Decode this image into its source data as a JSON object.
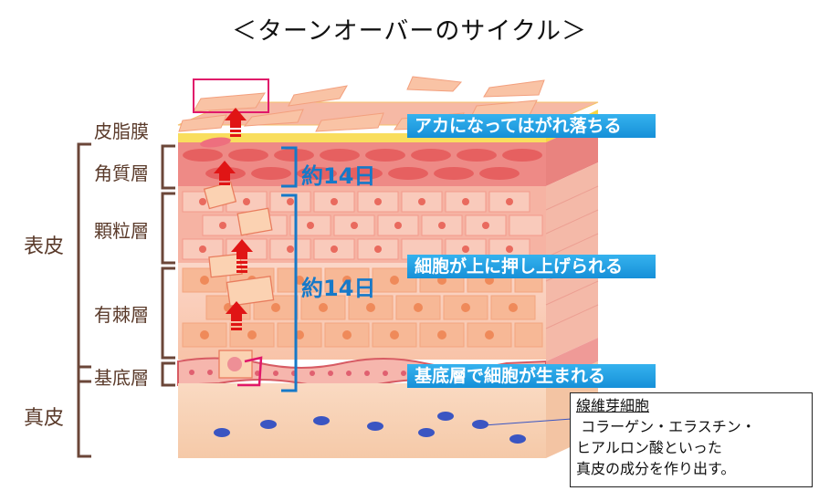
{
  "title": "＜ターンオーバーのサイクル＞",
  "labels": {
    "sebum": "皮脂膜",
    "stratum_corneum": "角質層",
    "granular": "顆粒層",
    "spinous": "有棘層",
    "basal": "基底層",
    "epidermis": "表皮",
    "dermis": "真皮"
  },
  "days": [
    "約14日",
    "約14日"
  ],
  "banners": [
    "アカになってはがれ落ちる",
    "細胞が上に押し上げられる",
    "基底層で細胞が生まれる"
  ],
  "fibroblast": {
    "title": "線維芽細胞",
    "lines": [
      " コラーゲン・エラスチン・",
      "ヒアルロン酸といった",
      "真皮の成分を作り出す。"
    ]
  },
  "colors": {
    "banner": "#1e9be3",
    "bracket_blue": "#1679c8",
    "bracket_brown": "#6b4638",
    "arrow_red": "#e01515",
    "highlight_pink": "#e0186a",
    "nucleus_blue": "#3a55c2"
  }
}
